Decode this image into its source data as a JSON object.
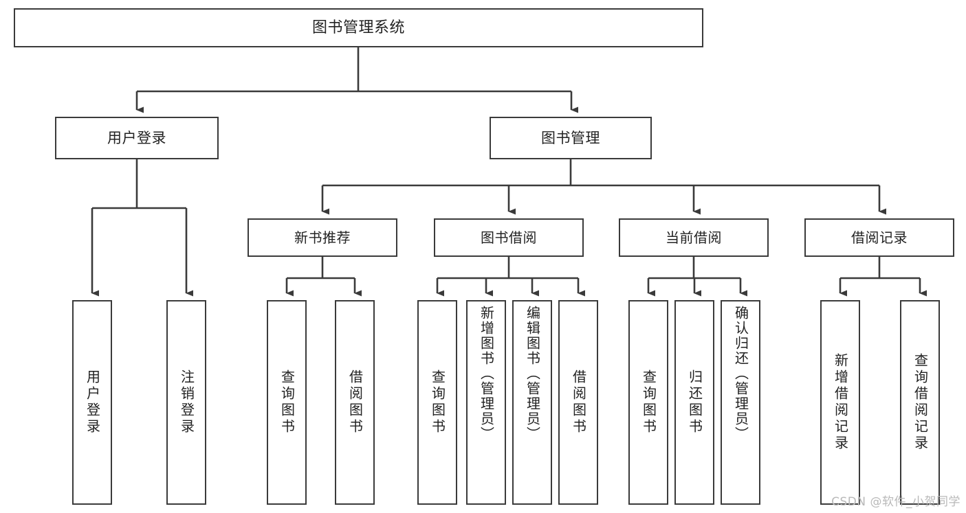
{
  "diagram": {
    "title": "图书管理系统",
    "type": "hierarchy-tree",
    "root": {
      "label": "图书管理系统"
    },
    "level1": [
      {
        "label": "用户登录"
      },
      {
        "label": "图书管理"
      }
    ],
    "level2": [
      {
        "label": "新书推荐"
      },
      {
        "label": "图书借阅"
      },
      {
        "label": "当前借阅"
      },
      {
        "label": "借阅记录"
      }
    ],
    "leaves": {
      "user_login": [
        {
          "label": "用户登录"
        },
        {
          "label": "注销登录"
        }
      ],
      "new_book_recommend": [
        {
          "label": "查询图书"
        },
        {
          "label": "借阅图书"
        }
      ],
      "book_borrow": [
        {
          "label": "查询图书"
        },
        {
          "label": "新增图书（管理员）"
        },
        {
          "label": "编辑图书（管理员）"
        },
        {
          "label": "借阅图书"
        }
      ],
      "current_borrow": [
        {
          "label": "查询图书"
        },
        {
          "label": "归还图书"
        },
        {
          "label": "确认归还（管理员）"
        }
      ],
      "borrow_record": [
        {
          "label": "新增借阅记录"
        },
        {
          "label": "查询借阅记录"
        }
      ]
    }
  },
  "watermark": {
    "text": "CSDN @软件_小贺同学"
  },
  "colors": {
    "border": "#3a3a3a",
    "background": "#ffffff",
    "text": "#222222",
    "watermark": "#b9b9b9"
  }
}
